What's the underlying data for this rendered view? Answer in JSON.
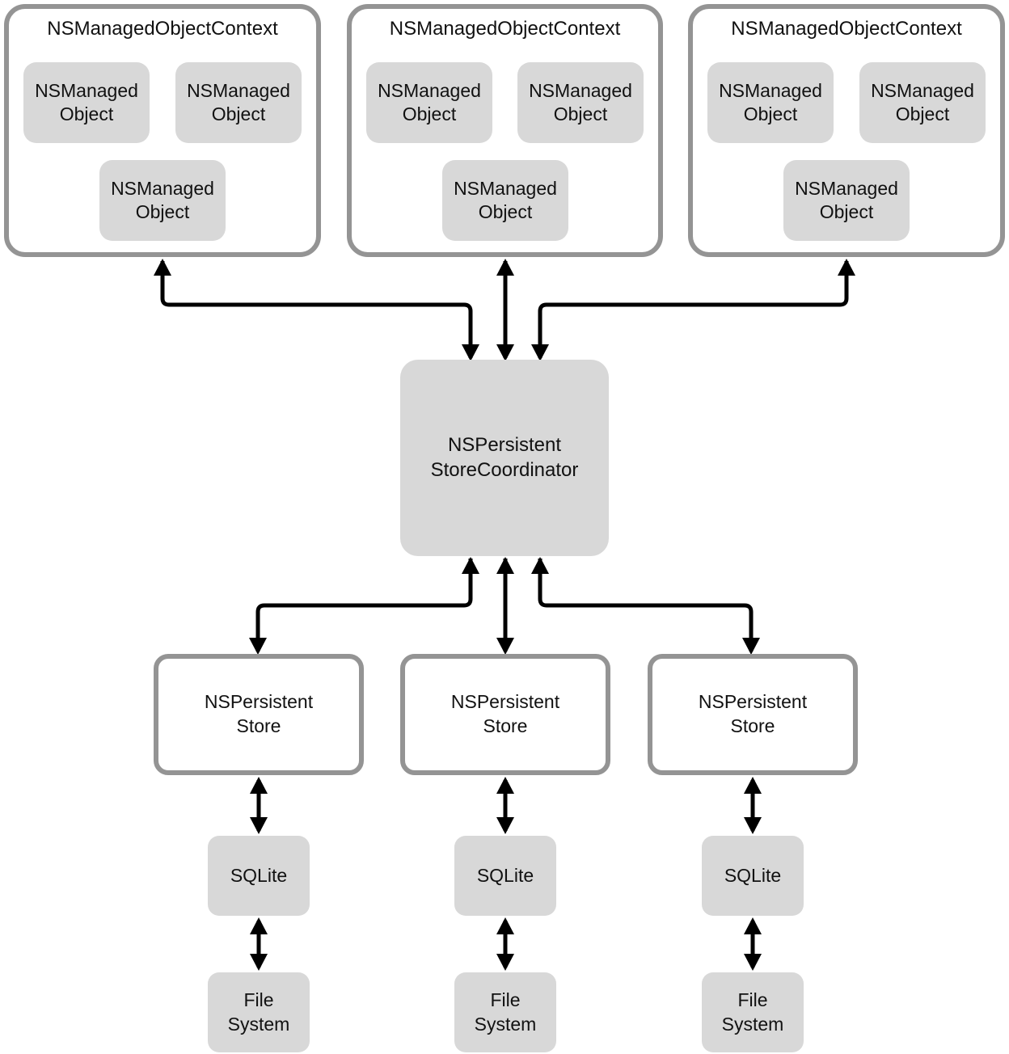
{
  "diagram": {
    "contexts": [
      {
        "title": "NSManagedObjectContext",
        "objects": [
          {
            "label": "NSManaged Object"
          },
          {
            "label": "NSManaged Object"
          },
          {
            "label": "NSManaged Object"
          }
        ]
      },
      {
        "title": "NSManagedObjectContext",
        "objects": [
          {
            "label": "NSManaged Object"
          },
          {
            "label": "NSManaged Object"
          },
          {
            "label": "NSManaged Object"
          }
        ]
      },
      {
        "title": "NSManagedObjectContext",
        "objects": [
          {
            "label": "NSManaged Object"
          },
          {
            "label": "NSManaged Object"
          },
          {
            "label": "NSManaged Object"
          }
        ]
      }
    ],
    "coordinator": {
      "label": "NSPersistent StoreCoordinator"
    },
    "columns": [
      {
        "store_label": "NSPersistent Store",
        "db_label": "SQLite",
        "fs_label": "File System"
      },
      {
        "store_label": "NSPersistent Store",
        "db_label": "SQLite",
        "fs_label": "File System"
      },
      {
        "store_label": "NSPersistent Store",
        "db_label": "SQLite",
        "fs_label": "File System"
      }
    ],
    "colors": {
      "box_fill": "#d8d8d8",
      "border_gray": "#949494",
      "arrow": "#000000",
      "text": "#111111",
      "background": "#ffffff"
    }
  }
}
